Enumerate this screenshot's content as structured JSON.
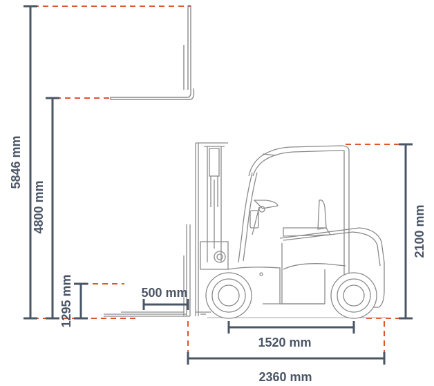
{
  "colors": {
    "dimension": "#4a5566",
    "guide": "#e0542e",
    "outline": "#8a8a8a",
    "outline_dark": "#555555"
  },
  "dimensions": {
    "max_lift_height": "5846 mm",
    "free_lift_height": "4800 mm",
    "fork_lowered_height": "1295 mm",
    "fork_length": "500 mm",
    "overhead_guard_height": "2100 mm",
    "wheelbase": "1520 mm",
    "overall_length": "2360 mm"
  }
}
